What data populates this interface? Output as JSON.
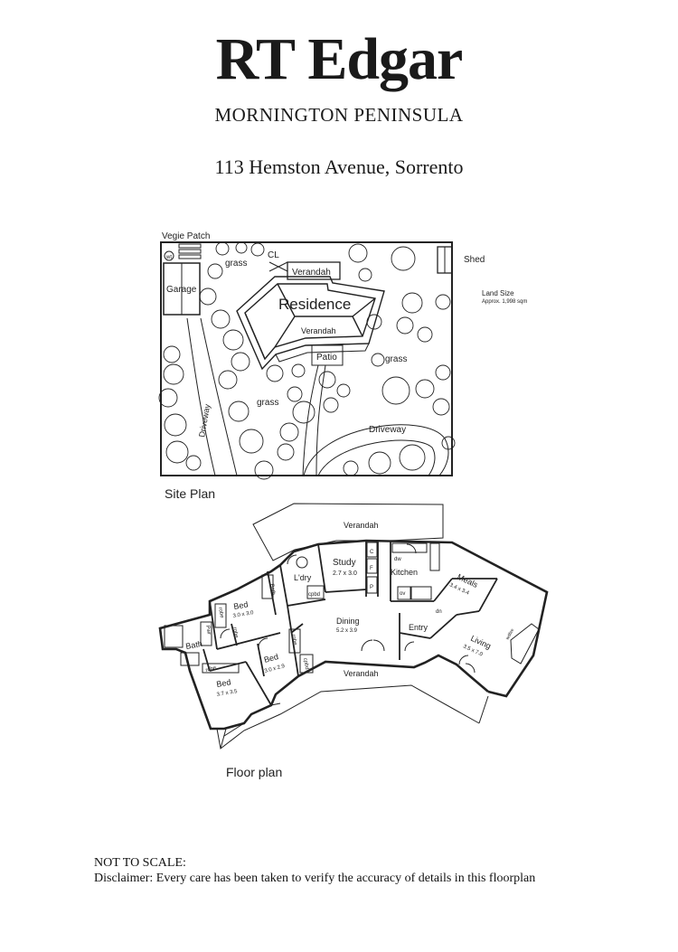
{
  "header": {
    "brand": "RT Edgar",
    "region": "MORNINGTON PENINSULA",
    "address": "113 Hemston Avenue, Sorrento"
  },
  "site_plan": {
    "caption": "Site Plan",
    "labels": {
      "vegie_patch": "Vegie Patch",
      "wt": "wt",
      "cl": "CL",
      "grass_1": "grass",
      "grass_2": "grass",
      "grass_3": "grass",
      "garage": "Garage",
      "verandah_north": "Verandah",
      "residence": "Residence",
      "verandah_south": "Verandah",
      "patio": "Patio",
      "driveway_west": "Driveway",
      "driveway_east": "Driveway",
      "shed": "Shed",
      "land_size": "Land Size",
      "land_size_value": "Approx. 1,998 sqm"
    }
  },
  "floor_plan": {
    "caption": "Floor plan",
    "rooms": {
      "verandah_north": "Verandah",
      "verandah_south": "Verandah",
      "study": "Study",
      "study_dim": "2.7 x 3.0",
      "ldry": "L'dry",
      "kitchen": "Kitchen",
      "meals": "Meals",
      "meals_dim": "3.4 x 3.4",
      "living": "Living",
      "living_dim": "3.5 x 7.0",
      "dining": "Dining",
      "dining_dim": "5.2 x 3.9",
      "entry": "Entry",
      "bed1": "Bed",
      "bed1_dim": "3.0 x 3.0",
      "bed2": "Bed",
      "bed2_dim": "3.0 x 2.9",
      "bed3": "Bed",
      "bed3_dim": "3.7 x 3.5",
      "bath1": "Bath",
      "bath2": "Bath",
      "pwr": "Pwr",
      "robe1": "robe",
      "robe2": "robe",
      "robe3": "robe",
      "robe4": "robe",
      "cpbd1": "cpbd",
      "cpbd2": "cpbd",
      "c": "C",
      "f": "F",
      "p": "P",
      "dw": "dw",
      "ov": "ov",
      "dn": "dn",
      "wdfire": "wdfire"
    }
  },
  "footer": {
    "line1": "NOT TO SCALE:",
    "line2": "Disclaimer: Every care has been taken to verify the accuracy of details in this floorplan"
  }
}
